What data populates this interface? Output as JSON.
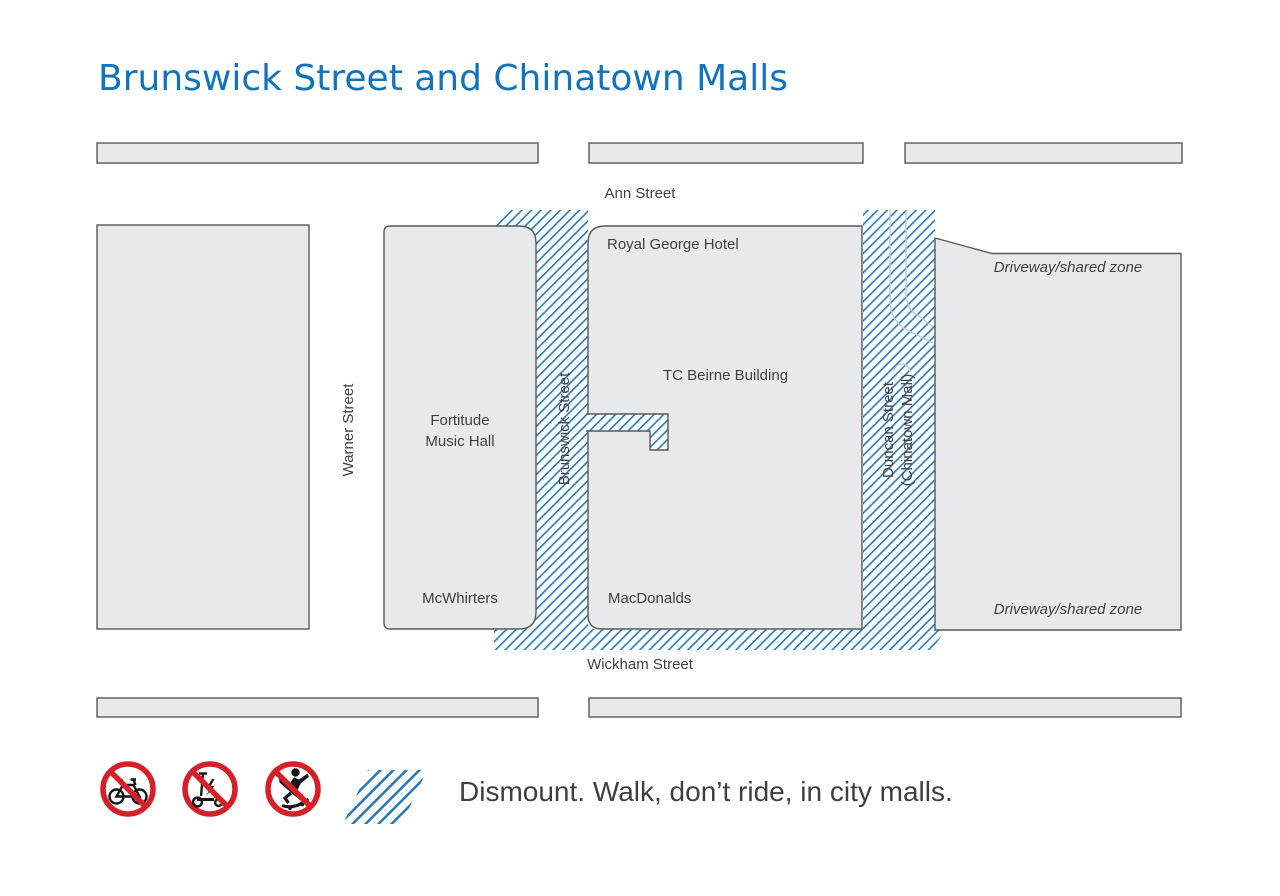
{
  "title": "Brunswick Street and Chinatown Malls",
  "map": {
    "streets": {
      "ann": "Ann Street",
      "wickham": "Wickham Street",
      "warner": "Warner Street",
      "brunswick": "Brunswick Street",
      "duncan": [
        "Duncan Street",
        "(Chinatown Mall)"
      ]
    },
    "buildings": {
      "royal_george": "Royal George Hotel",
      "tc_beirne": "TC Beirne Building",
      "fortitude": [
        "Fortitude",
        "Music Hall"
      ],
      "mcwhirters": "McWhirters",
      "macdonalds": "MacDonalds"
    },
    "zones": {
      "driveway_top": "Driveway/shared zone",
      "driveway_bottom": "Driveway/shared zone"
    }
  },
  "legend": {
    "message": "Dismount. Walk, don’t ride, in city malls.",
    "icons": [
      {
        "name": "no-bicycles-icon"
      },
      {
        "name": "no-e-scooters-icon"
      },
      {
        "name": "no-skateboards-icon"
      },
      {
        "name": "mall-hatch-swatch"
      }
    ]
  },
  "colors": {
    "title_blue": "#1273BC",
    "hatch_blue": "#2478BC",
    "block_fill": "#E8E9EA",
    "block_border": "#58595B",
    "text": "#414042",
    "prohibition_red": "#D62027",
    "driveway_path_gray": "#C6C7C8"
  }
}
